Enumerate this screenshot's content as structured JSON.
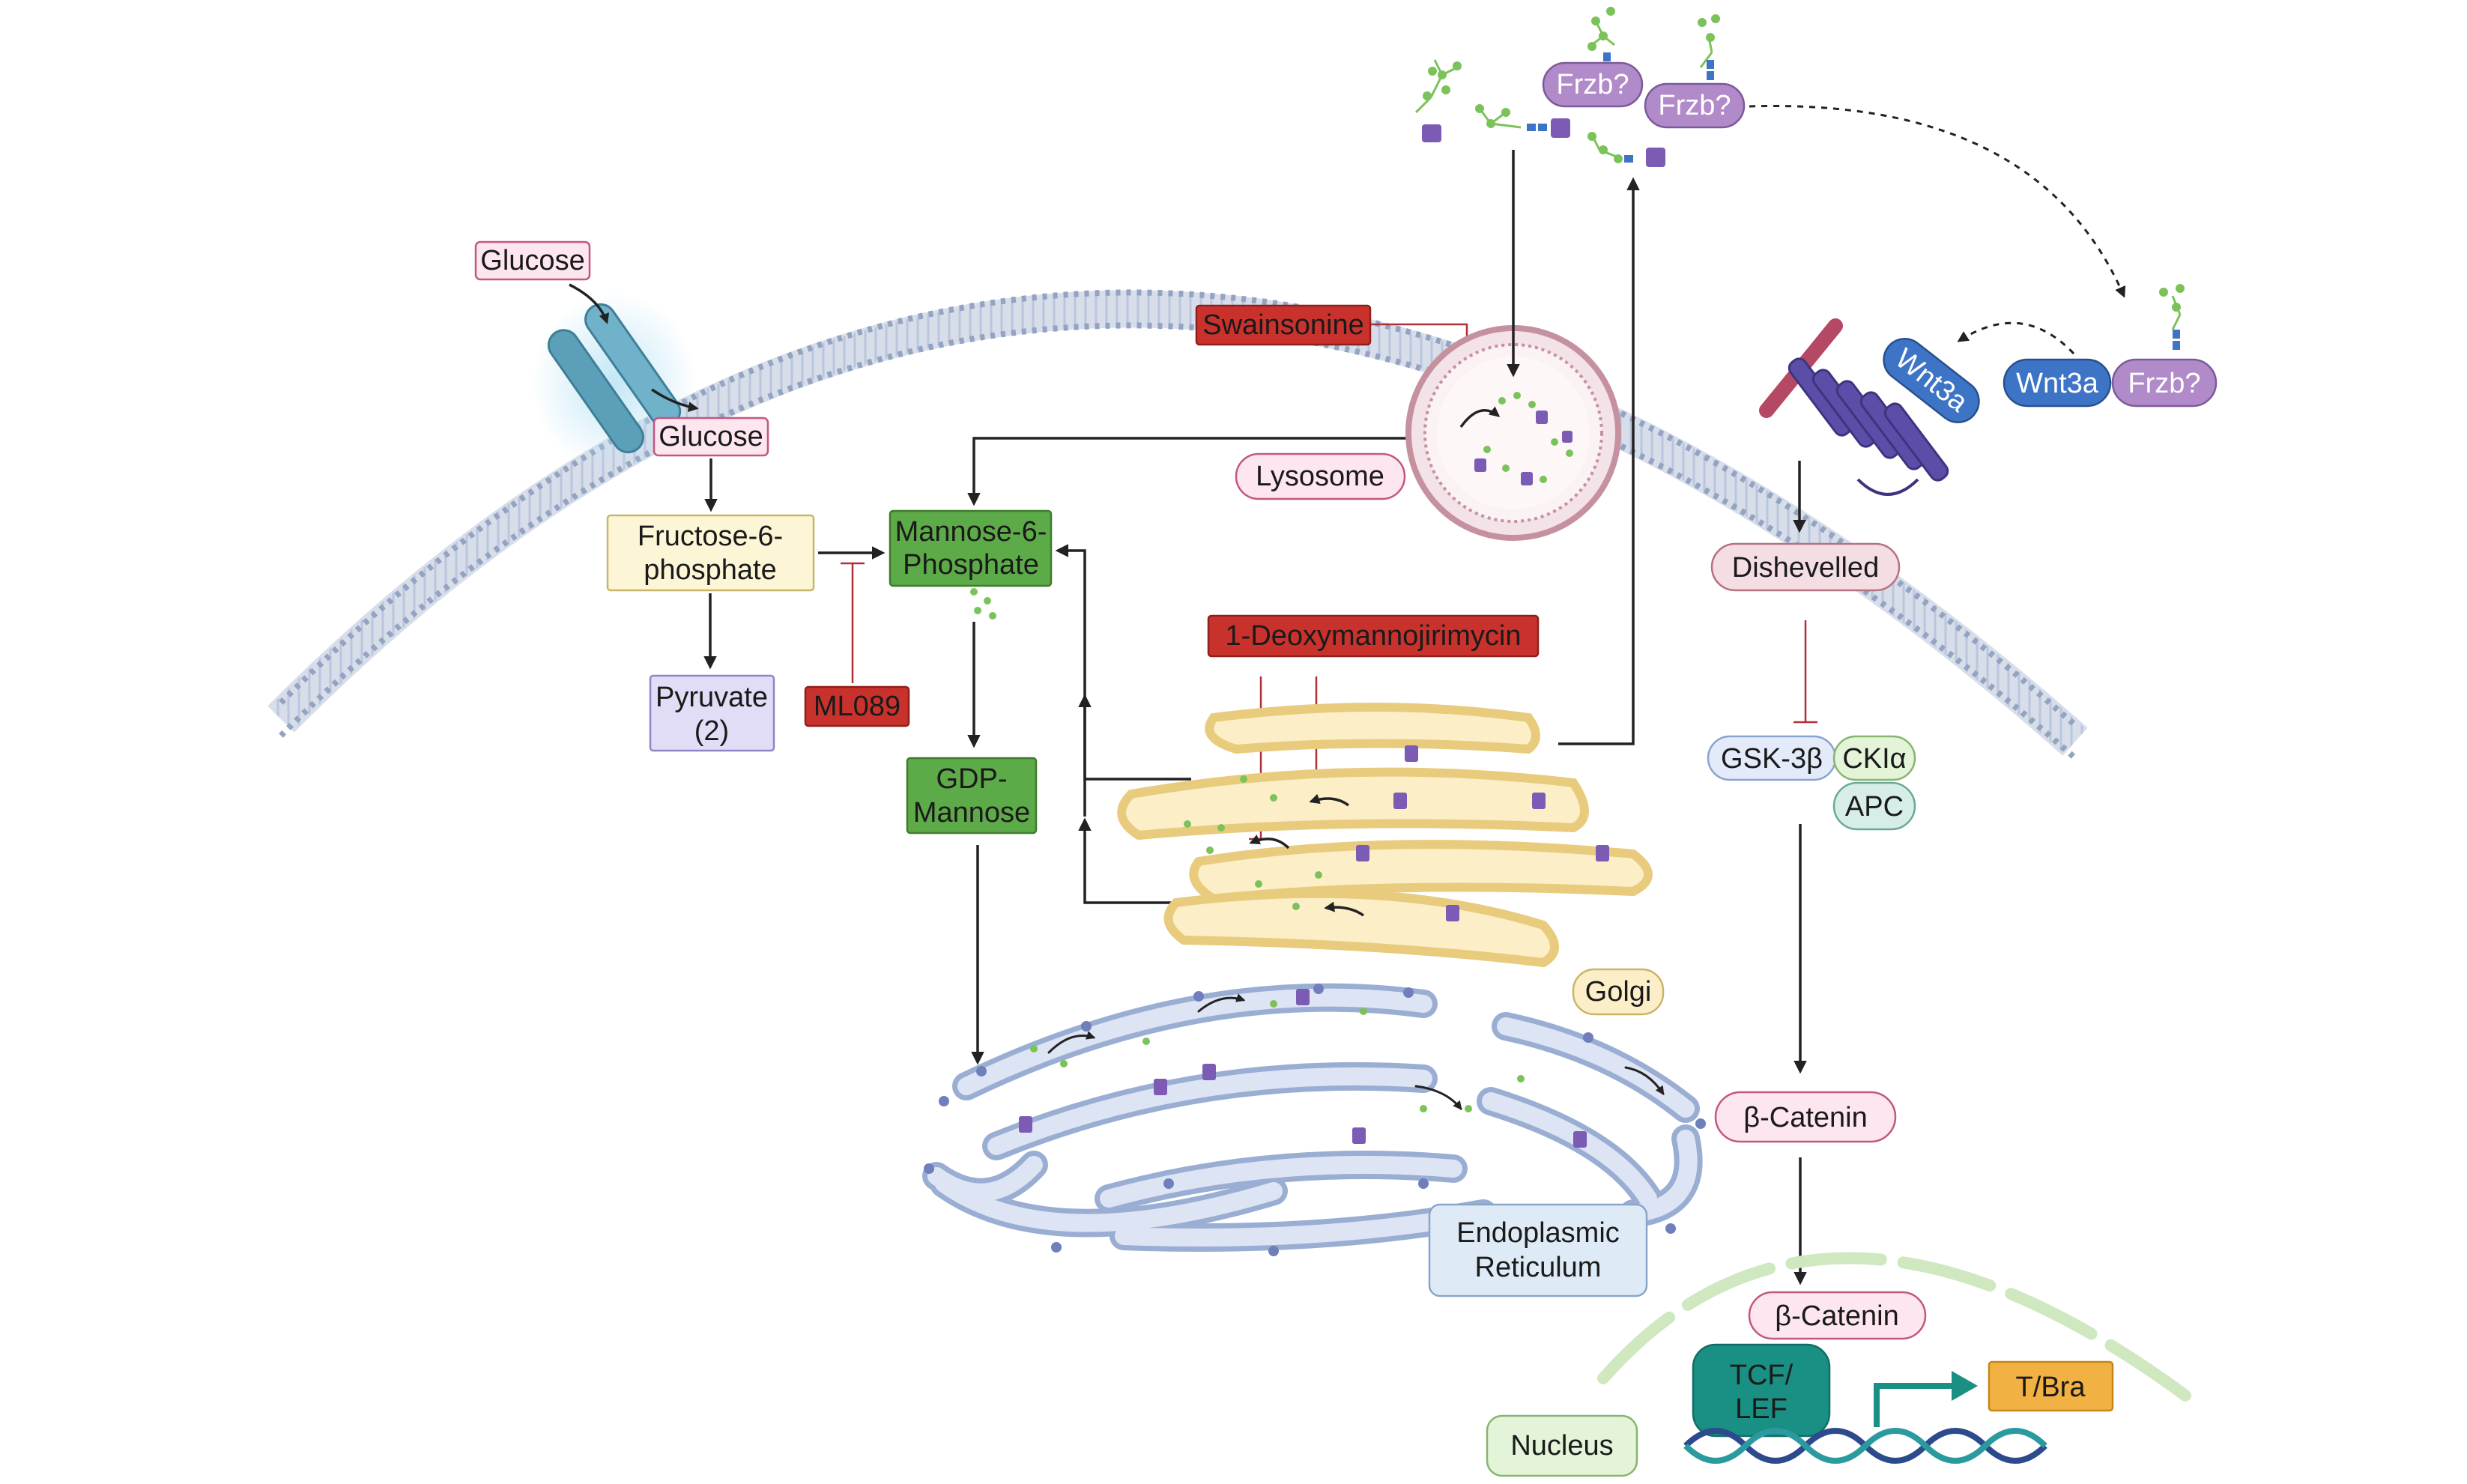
{
  "labels": {
    "glucose_out": "Glucose",
    "glucose_in": "Glucose",
    "f6p_l1": "Fructose-6-",
    "f6p_l2": "phosphate",
    "pyruvate_l1": "Pyruvate",
    "pyruvate_l2": "(2)",
    "ml089": "ML089",
    "m6p_l1": "Mannose-6-",
    "m6p_l2": "Phosphate",
    "gdp_l1": "GDP-",
    "gdp_l2": "Mannose",
    "swainsonine": "Swainsonine",
    "lysosome": "Lysosome",
    "dmj": "1-Deoxymannojirimycin",
    "golgi": "Golgi",
    "er_l1": "Endoplasmic",
    "er_l2": "Reticulum",
    "frzb_1": "Frzb?",
    "frzb_2": "Frzb?",
    "wnt3a_receptor": "Wnt3a",
    "wnt3a": "Wnt3a",
    "frzb_3": "Frzb?",
    "dishevelled": "Dishevelled",
    "gsk3b": "GSK-3β",
    "ck1a": "CKIα",
    "apc": "APC",
    "bcatenin_1": "β-Catenin",
    "bcatenin_2": "β-Catenin",
    "tcf_l1": "TCF/",
    "tcf_l2": "LEF",
    "tbra": "T/Bra",
    "nucleus": "Nucleus"
  },
  "colors": {
    "membrane": "#a8b8d2",
    "membrane_head": "#8c9bb8",
    "pink_fill": "#fde6f0",
    "pink_stroke": "#c2577f",
    "yellow_fill": "#fdf6d6",
    "yellow_stroke": "#c8b56a",
    "lavender_fill": "#e1ddf6",
    "lavender_stroke": "#8e85c7",
    "green_box": "#5daa48",
    "green_box_stroke": "#3c7d2c",
    "red_box": "#c9322c",
    "red_box_stroke": "#8f1f1a",
    "purple_pill": "#b08ac9",
    "blue_pill": "#3d74c6",
    "golgi_fill": "#fcefc7",
    "golgi_stroke": "#e9cb7e",
    "er_fill": "#dde4f3",
    "er_stroke": "#9aaed3",
    "teal": "#1a8f84",
    "orange": "#f2b243",
    "nucleus_green": "#cfe8c0",
    "dna_1": "#2c4a8c",
    "dna_2": "#2b9a9f"
  },
  "icons": [
    "glucose-transporter-icon",
    "lysosome-icon",
    "golgi-icon",
    "endoplasmic-reticulum-icon",
    "frizzled-receptor-icon",
    "lrp-coreceptor-icon",
    "glycan-icon",
    "dna-helix-icon",
    "transcription-arrow-icon"
  ]
}
